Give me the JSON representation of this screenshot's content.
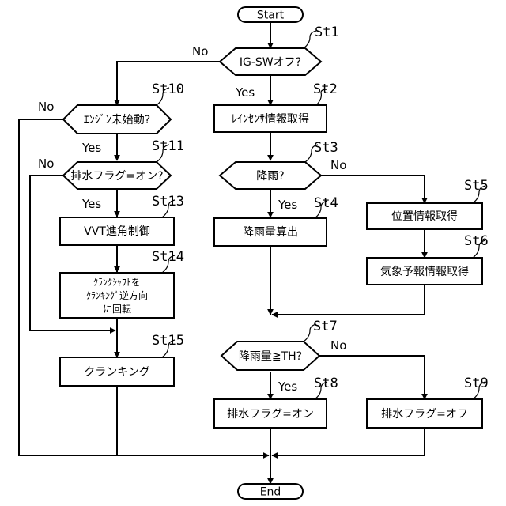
{
  "nodes": {
    "start": "Start",
    "end": "End",
    "st1": "IG-SWオフ?",
    "st2": "ﾚｲﾝｾﾝｻ情報取得",
    "st3": "降雨?",
    "st4": "降雨量算出",
    "st5": "位置情報取得",
    "st6": "気象予報情報取得",
    "st7": "降雨量≧TH?",
    "st8": "排水フラグ=オン",
    "st9": "排水フラグ=オフ",
    "st10": "ｴﾝｼﾞﾝ未始動?",
    "st11": "排水フラグ=オン?",
    "st13": "VVT進角制御",
    "st14": [
      "ｸﾗﾝｸｼｬﾌﾄを",
      "ｸﾗﾝｷﾝｸﾞ逆方向",
      "に回転"
    ],
    "st15": "クランキング"
  },
  "step_labels": {
    "st1": "St1",
    "st2": "St2",
    "st3": "St3",
    "st4": "St4",
    "st5": "St5",
    "st6": "St6",
    "st7": "St7",
    "st8": "St8",
    "st9": "St9",
    "st10": "St10",
    "st11": "St11",
    "st13": "St13",
    "st14": "St14",
    "st15": "St15"
  },
  "branch_labels": {
    "yes": "Yes",
    "no": "No"
  }
}
